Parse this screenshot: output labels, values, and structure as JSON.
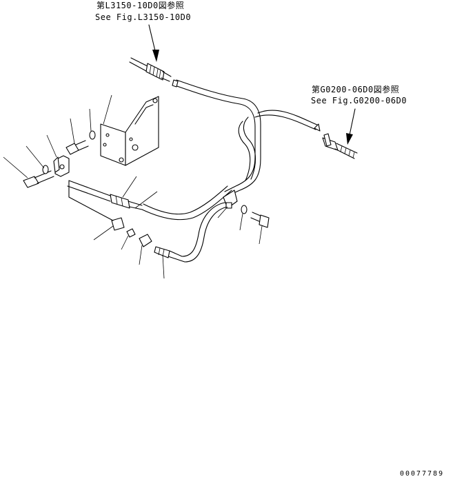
{
  "references": {
    "top": {
      "line1": "第L3150-10D0図参照",
      "line2": "See Fig.L3150-10D0"
    },
    "right": {
      "line1": "第G0200-06D0図参照",
      "line2": "See Fig.G0200-06D0"
    }
  },
  "document_id": "00077789",
  "colors": {
    "ink": "#000000",
    "background": "#ffffff"
  }
}
